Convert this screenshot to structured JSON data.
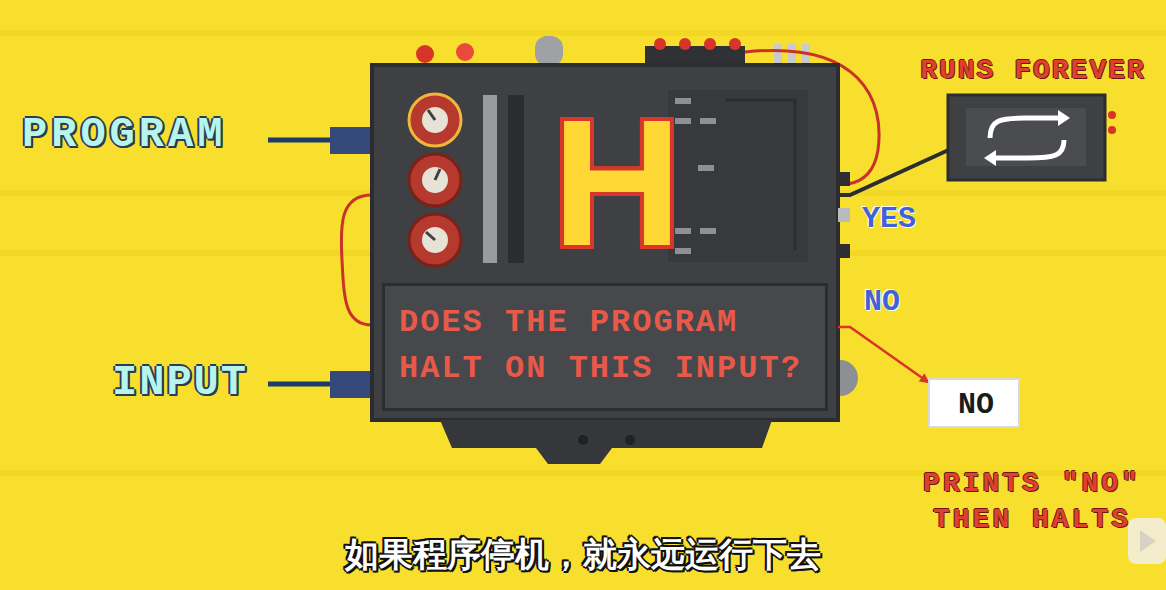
{
  "diagram": {
    "caption": "如果程序停机，就永远运行下去",
    "nodes": [
      {
        "text": [
          "H"
        ]
      },
      {
        "text": [
          "DOES THE PROGRAM HALT ON THIS INPUT?"
        ],
        "in": 0
      },
      {
        "text": [
          "RUNS FOREVER"
        ]
      },
      {
        "text": [
          "NO",
          "PRINTS \"NO\" THEN HALTS"
        ]
      }
    ],
    "edges": [
      {
        "from": 0,
        "to": 2,
        "arrow": "none",
        "label": "YES"
      },
      {
        "from": 0,
        "to": 3,
        "arrow": "to",
        "label": "NO"
      }
    ],
    "labels": [
      "PROGRAM",
      "INPUT"
    ]
  }
}
